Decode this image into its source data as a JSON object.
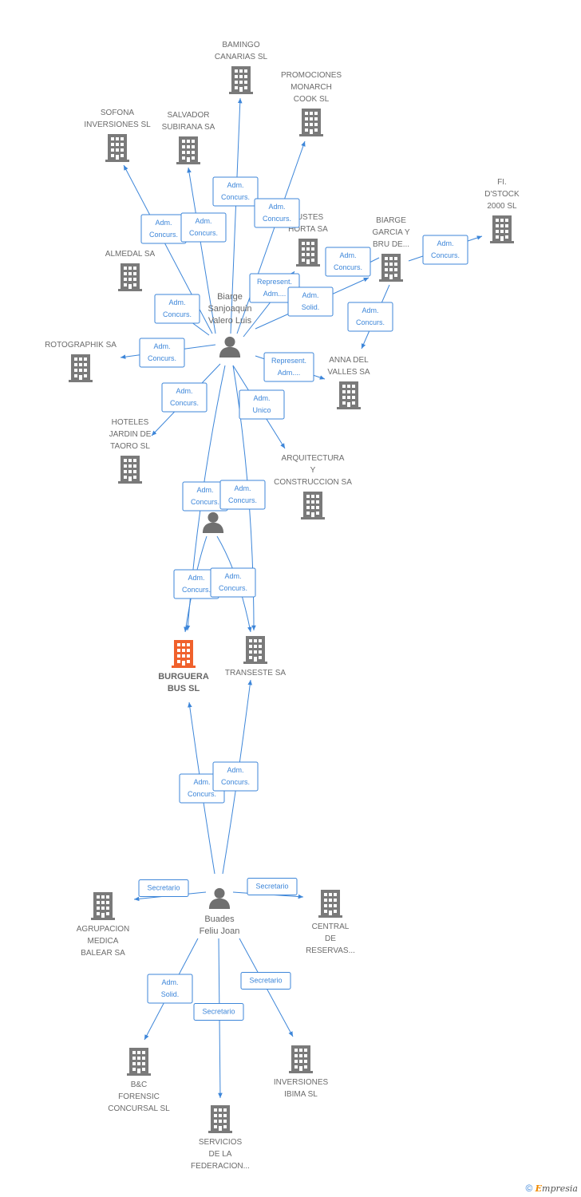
{
  "colors": {
    "edge": "#3d86d9",
    "company": "#7a7a7a",
    "main_company": "#f0612c",
    "person": "#707070"
  },
  "companies": [
    {
      "id": "bamingo",
      "lines": [
        "BAMINGO",
        "CANARIAS SL"
      ]
    },
    {
      "id": "promociones",
      "lines": [
        "PROMOCIONES",
        "MONARCH",
        "COOK SL"
      ]
    },
    {
      "id": "sofona",
      "lines": [
        "SOFONA",
        "INVERSIONES SL"
      ]
    },
    {
      "id": "salvador",
      "lines": [
        "SALVADOR",
        "SUBIRANA SA"
      ]
    },
    {
      "id": "fi-dstock",
      "lines": [
        "FI.",
        "D'STOCK",
        "2000 SL"
      ]
    },
    {
      "id": "almedal",
      "lines": [
        "ALMEDAL SA"
      ]
    },
    {
      "id": "justes",
      "lines": [
        "JUSTES",
        "HORTA SA"
      ]
    },
    {
      "id": "biarge-garcia",
      "lines": [
        "BIARGE",
        "GARCIA Y",
        "BRU DE..."
      ]
    },
    {
      "id": "rotographik",
      "lines": [
        "ROTOGRAPHIK SA"
      ]
    },
    {
      "id": "anna-del-valles",
      "lines": [
        "ANNA DEL",
        "VALLES SA"
      ]
    },
    {
      "id": "hoteles",
      "lines": [
        "HOTELES",
        "JARDIN DE",
        "TAORO SL"
      ]
    },
    {
      "id": "arquitectura",
      "lines": [
        "ARQUITECTURA",
        "Y",
        "CONSTRUCCION SA"
      ]
    },
    {
      "id": "burguera",
      "lines": [
        "BURGUERA",
        "BUS SL"
      ],
      "main": true
    },
    {
      "id": "transeste",
      "lines": [
        "TRANSESTE SA"
      ]
    },
    {
      "id": "agrupacion",
      "lines": [
        "AGRUPACION",
        "MEDICA",
        "BALEAR SA"
      ]
    },
    {
      "id": "central",
      "lines": [
        "CENTRAL",
        "DE",
        "RESERVAS..."
      ]
    },
    {
      "id": "bc-forensic",
      "lines": [
        "B&C",
        "FORENSIC",
        "CONCURSAL SL"
      ]
    },
    {
      "id": "inversiones-ibima",
      "lines": [
        "INVERSIONES",
        "IBIMA SL"
      ]
    },
    {
      "id": "servicios",
      "lines": [
        "SERVICIOS",
        "DE LA",
        "FEDERACION..."
      ]
    }
  ],
  "persons": [
    {
      "id": "biarge-sanjoaquin",
      "lines": [
        "Biarge",
        "Sanjoaquin",
        "Valero Luis"
      ]
    },
    {
      "id": "middle-person",
      "lines": []
    },
    {
      "id": "buades-feliu",
      "lines": [
        "Buades",
        "Feliu Joan"
      ]
    }
  ],
  "edges": [
    {
      "from": "biarge-sanjoaquin",
      "to": "bamingo",
      "lines": [
        "Adm.",
        "Concurs."
      ]
    },
    {
      "from": "biarge-sanjoaquin",
      "to": "promociones",
      "lines": [
        "Adm.",
        "Concurs."
      ]
    },
    {
      "from": "biarge-sanjoaquin",
      "to": "sofona",
      "lines": [
        "Adm.",
        "Concurs."
      ]
    },
    {
      "from": "biarge-sanjoaquin",
      "to": "salvador",
      "lines": [
        "Adm.",
        "Concurs."
      ]
    },
    {
      "from": "biarge-sanjoaquin",
      "to": "almedal",
      "lines": [
        "Adm.",
        "Concurs."
      ]
    },
    {
      "from": "biarge-sanjoaquin",
      "to": "justes",
      "lines": [
        "Represent.",
        "Adm...."
      ]
    },
    {
      "from": "biarge-sanjoaquin",
      "to": "biarge-garcia",
      "lines": [
        "Adm.",
        "Solid."
      ]
    },
    {
      "from": "biarge-sanjoaquin",
      "to": "rotographik",
      "lines": [
        "Adm.",
        "Concurs."
      ]
    },
    {
      "from": "biarge-sanjoaquin",
      "to": "anna-del-valles",
      "lines": [
        "Represent.",
        "Adm...."
      ]
    },
    {
      "from": "biarge-sanjoaquin",
      "to": "hoteles",
      "lines": [
        "Adm.",
        "Concurs."
      ]
    },
    {
      "from": "biarge-sanjoaquin",
      "to": "arquitectura",
      "lines": [
        "Adm.",
        "Unico"
      ]
    },
    {
      "from": "biarge-sanjoaquin",
      "to": "burguera",
      "lines": [
        "Adm.",
        "Concurs."
      ]
    },
    {
      "from": "biarge-sanjoaquin",
      "to": "transeste",
      "lines": [
        "Adm.",
        "Concurs."
      ]
    },
    {
      "from": "biarge-garcia",
      "to": "fi-dstock",
      "lines": [
        "Adm.",
        "Concurs."
      ]
    },
    {
      "from": "biarge-garcia",
      "to": "justes",
      "lines": [
        "Adm.",
        "Concurs."
      ]
    },
    {
      "from": "biarge-garcia",
      "to": "anna-del-valles",
      "lines": [
        "Adm.",
        "Concurs."
      ]
    },
    {
      "from": "middle-person",
      "to": "burguera",
      "lines": [
        "Adm.",
        "Concurs."
      ]
    },
    {
      "from": "middle-person",
      "to": "transeste",
      "lines": [
        "Adm.",
        "Concurs."
      ]
    },
    {
      "from": "buades-feliu",
      "to": "burguera",
      "lines": [
        "Adm.",
        "Concurs."
      ]
    },
    {
      "from": "buades-feliu",
      "to": "transeste",
      "lines": [
        "Adm.",
        "Concurs."
      ]
    },
    {
      "from": "buades-feliu",
      "to": "agrupacion",
      "lines": [
        "Secretario"
      ]
    },
    {
      "from": "buades-feliu",
      "to": "central",
      "lines": [
        "Secretario"
      ]
    },
    {
      "from": "buades-feliu",
      "to": "bc-forensic",
      "lines": [
        "Adm.",
        "Solid."
      ]
    },
    {
      "from": "buades-feliu",
      "to": "servicios",
      "lines": [
        "Secretario"
      ]
    },
    {
      "from": "buades-feliu",
      "to": "inversiones-ibima",
      "lines": [
        "Secretario"
      ]
    }
  ],
  "footer": {
    "copyright_symbol": "©",
    "brand_initial": "E",
    "brand_rest": "mpresia"
  }
}
